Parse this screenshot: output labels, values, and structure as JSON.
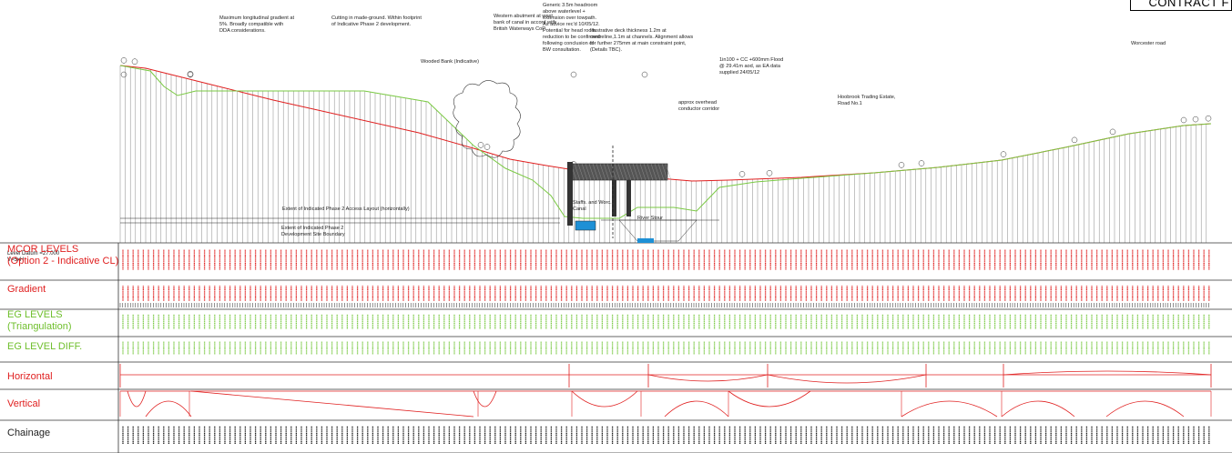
{
  "title_block": {
    "text": "CONTRACT F"
  },
  "level_datum": "Level Datum =27.000\nV=5xH",
  "row_labels": {
    "mcor": "MCOR LEVELS\n(Option 2 - Indicative CL)",
    "gradient": "Gradient",
    "eg": "EG LEVELS\n(Triangulation)",
    "eg_diff": "EG LEVEL DIFF.",
    "horizontal": "Horizontal",
    "vertical": "Vertical",
    "chainage": "Chainage"
  },
  "colors": {
    "design_line": "#e02020",
    "ground_line": "#7ac943",
    "label_red": "#e02020",
    "label_green": "#6fbf2c",
    "water": "#1e90d6",
    "grid": "#333333"
  },
  "annotations": {
    "max_gradient": "Maximum longitudinal gradient at\n5%.  Broadly compatible with\nDDA considerations.",
    "cutting": "Cutting in made-ground.  Within footprint\nof Indicative Phase 2 development.",
    "western_abutment": "Western abutment at west\nbank of canal in accord with\nBritish Waterways CoP.",
    "headroom": "Generic 3.5m headroom\nabove waterlevel +\nextension over towpath.\nAs advice rec'd 10/05/12.\nPotential for head room\nreduction to be confirmed\nfollowing conclusion of\nBW consultation.",
    "deck": "Illustrative deck thickness 1.2m at\ncentreline,1.1m at channels.  Alignment allows\nfor further 275mm at main constraint point,\n(Details TBC).",
    "flood": "1in100 + CC +600mm Flood\n@  29.41m aod, as EA data\nsupplied 24/05/12",
    "wooded_bank": "Wooded Bank (Indicative)",
    "overhead": "approx overhead\nconductor corridor",
    "hoobrook": "Hoobrook Trading Estate,\nRoad No.1",
    "worcester": "Worcester road",
    "extent_access": "Extent of Indicated Phase 2 Access Layout (horizontally)",
    "extent_site": "Extent of Indicated Phase 2\nDevelopment Site Boundary",
    "canal": "Staffs. and Worc.\nCanal",
    "river": "River Stour"
  }
}
